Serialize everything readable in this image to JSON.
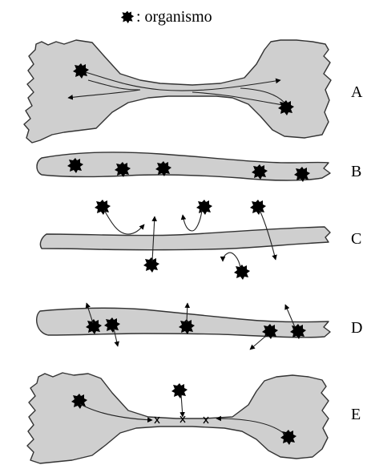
{
  "legend": {
    "icon": "organism-blob-icon",
    "text": ": organismo"
  },
  "rows": [
    {
      "label": "A"
    },
    {
      "label": "B"
    },
    {
      "label": "C"
    },
    {
      "label": "D"
    },
    {
      "label": "E"
    }
  ]
}
